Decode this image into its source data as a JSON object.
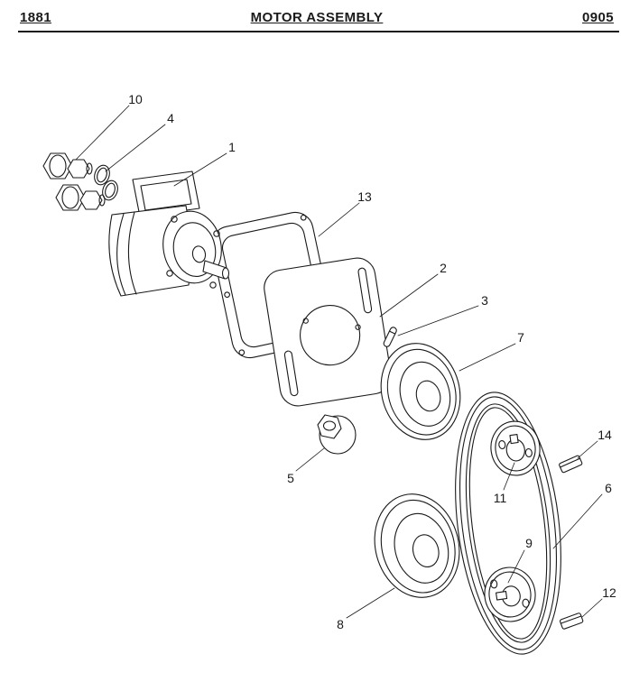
{
  "header": {
    "left_code": "1881",
    "title": "MOTOR ASSEMBLY",
    "right_code": "0905"
  },
  "diagram": {
    "callout_labels": [
      "1",
      "2",
      "3",
      "4",
      "5",
      "6",
      "7",
      "8",
      "9",
      "10",
      "11",
      "12",
      "13",
      "14"
    ]
  },
  "colors": {
    "line": "#1a1a1a",
    "background": "#ffffff"
  }
}
